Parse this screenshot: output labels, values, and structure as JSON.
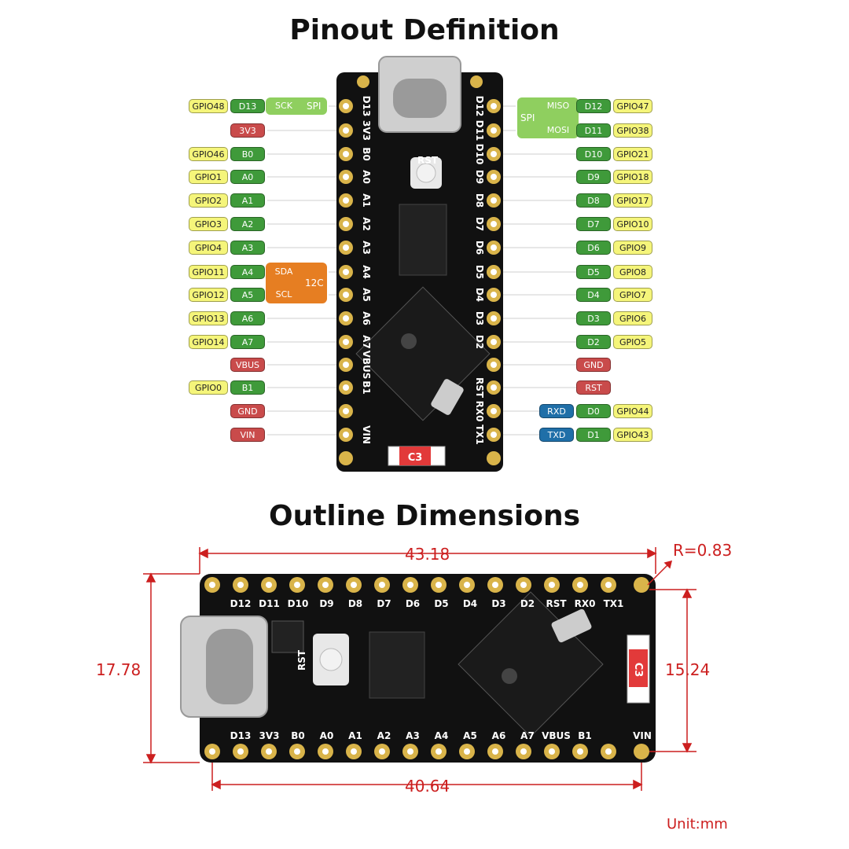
{
  "titles": {
    "pinout": "Pinout Definition",
    "outline": "Outline Dimensions"
  },
  "pinout": {
    "left_rows": [
      {
        "gpio": "GPIO48",
        "pin": "D13",
        "fn": "SCK"
      },
      {
        "gpio": "",
        "pin": "3V3",
        "fn": ""
      },
      {
        "gpio": "GPIO46",
        "pin": "B0",
        "fn": ""
      },
      {
        "gpio": "GPIO1",
        "pin": "A0",
        "fn": ""
      },
      {
        "gpio": "GPIO2",
        "pin": "A1",
        "fn": ""
      },
      {
        "gpio": "GPIO3",
        "pin": "A2",
        "fn": ""
      },
      {
        "gpio": "GPIO4",
        "pin": "A3",
        "fn": ""
      },
      {
        "gpio": "GPIO11",
        "pin": "A4",
        "fn": "SDA"
      },
      {
        "gpio": "GPIO12",
        "pin": "A5",
        "fn": "SCL"
      },
      {
        "gpio": "GPIO13",
        "pin": "A6",
        "fn": ""
      },
      {
        "gpio": "GPIO14",
        "pin": "A7",
        "fn": ""
      },
      {
        "gpio": "",
        "pin": "VBUS",
        "fn": ""
      },
      {
        "gpio": "GPIO0",
        "pin": "B1",
        "fn": ""
      },
      {
        "gpio": "",
        "pin": "GND",
        "fn": ""
      },
      {
        "gpio": "",
        "pin": "VIN",
        "fn": ""
      }
    ],
    "right_rows": [
      {
        "fn": "MISO",
        "pin": "D12",
        "gpio": "GPIO47"
      },
      {
        "fn": "MOSI",
        "pin": "D11",
        "gpio": "GPIO38"
      },
      {
        "fn": "",
        "pin": "D10",
        "gpio": "GPIO21"
      },
      {
        "fn": "",
        "pin": "D9",
        "gpio": "GPIO18"
      },
      {
        "fn": "",
        "pin": "D8",
        "gpio": "GPIO17"
      },
      {
        "fn": "",
        "pin": "D7",
        "gpio": "GPIO10"
      },
      {
        "fn": "",
        "pin": "D6",
        "gpio": "GPIO9"
      },
      {
        "fn": "",
        "pin": "D5",
        "gpio": "GPIO8"
      },
      {
        "fn": "",
        "pin": "D4",
        "gpio": "GPIO7"
      },
      {
        "fn": "",
        "pin": "D3",
        "gpio": "GPIO6"
      },
      {
        "fn": "",
        "pin": "D2",
        "gpio": "GPIO5"
      },
      {
        "fn": "",
        "pin": "GND",
        "gpio": ""
      },
      {
        "fn": "",
        "pin": "RST",
        "gpio": ""
      },
      {
        "fn": "RXD",
        "pin": "D0",
        "gpio": "GPIO44"
      },
      {
        "fn": "TXD",
        "pin": "D1",
        "gpio": "GPIO43"
      }
    ],
    "groups": {
      "spi_left": "SPI",
      "spi_right": "SPI",
      "i2c": "12C"
    },
    "board_left_silk": [
      "D13",
      "3V3",
      "B0",
      "A0",
      "A1",
      "A2",
      "A3",
      "A4",
      "A5",
      "A6",
      "A7",
      "VBUS",
      "B1",
      "",
      "VIN"
    ],
    "board_right_silk": [
      "D12",
      "D11",
      "D10",
      "D9",
      "D8",
      "D7",
      "D6",
      "D5",
      "D4",
      "D3",
      "D2",
      "",
      "RST",
      "RX0",
      "TX1"
    ],
    "board_rst_label": "RST",
    "board_c3_label": "C3"
  },
  "outline": {
    "top_pins": [
      "D12",
      "D11",
      "D10",
      "D9",
      "D8",
      "D7",
      "D6",
      "D5",
      "D4",
      "D3",
      "D2",
      "RST",
      "RX0",
      "TX1"
    ],
    "bottom_pins": [
      "D13",
      "3V3",
      "B0",
      "A0",
      "A1",
      "A2",
      "A3",
      "A4",
      "A5",
      "A6",
      "A7",
      "VBUS",
      "B1",
      "",
      "VIN"
    ],
    "rst_label": "RST",
    "c3_label": "C3",
    "dim_top": "43.18",
    "dim_radius": "R=0.83",
    "dim_left": "17.78",
    "dim_right": "15.24",
    "dim_bottom": "40.64",
    "unit": "Unit:mm"
  },
  "colors": {
    "gpio": "#f5f57a",
    "pin": "#3f9a3a",
    "power": "#c94b4b",
    "spi": "#8fcf5f",
    "i2c": "#e67e22",
    "uart": "#1f6fa8",
    "dimension": "#cc1f1f",
    "board": "#111111",
    "pad": "#d9b44a"
  }
}
